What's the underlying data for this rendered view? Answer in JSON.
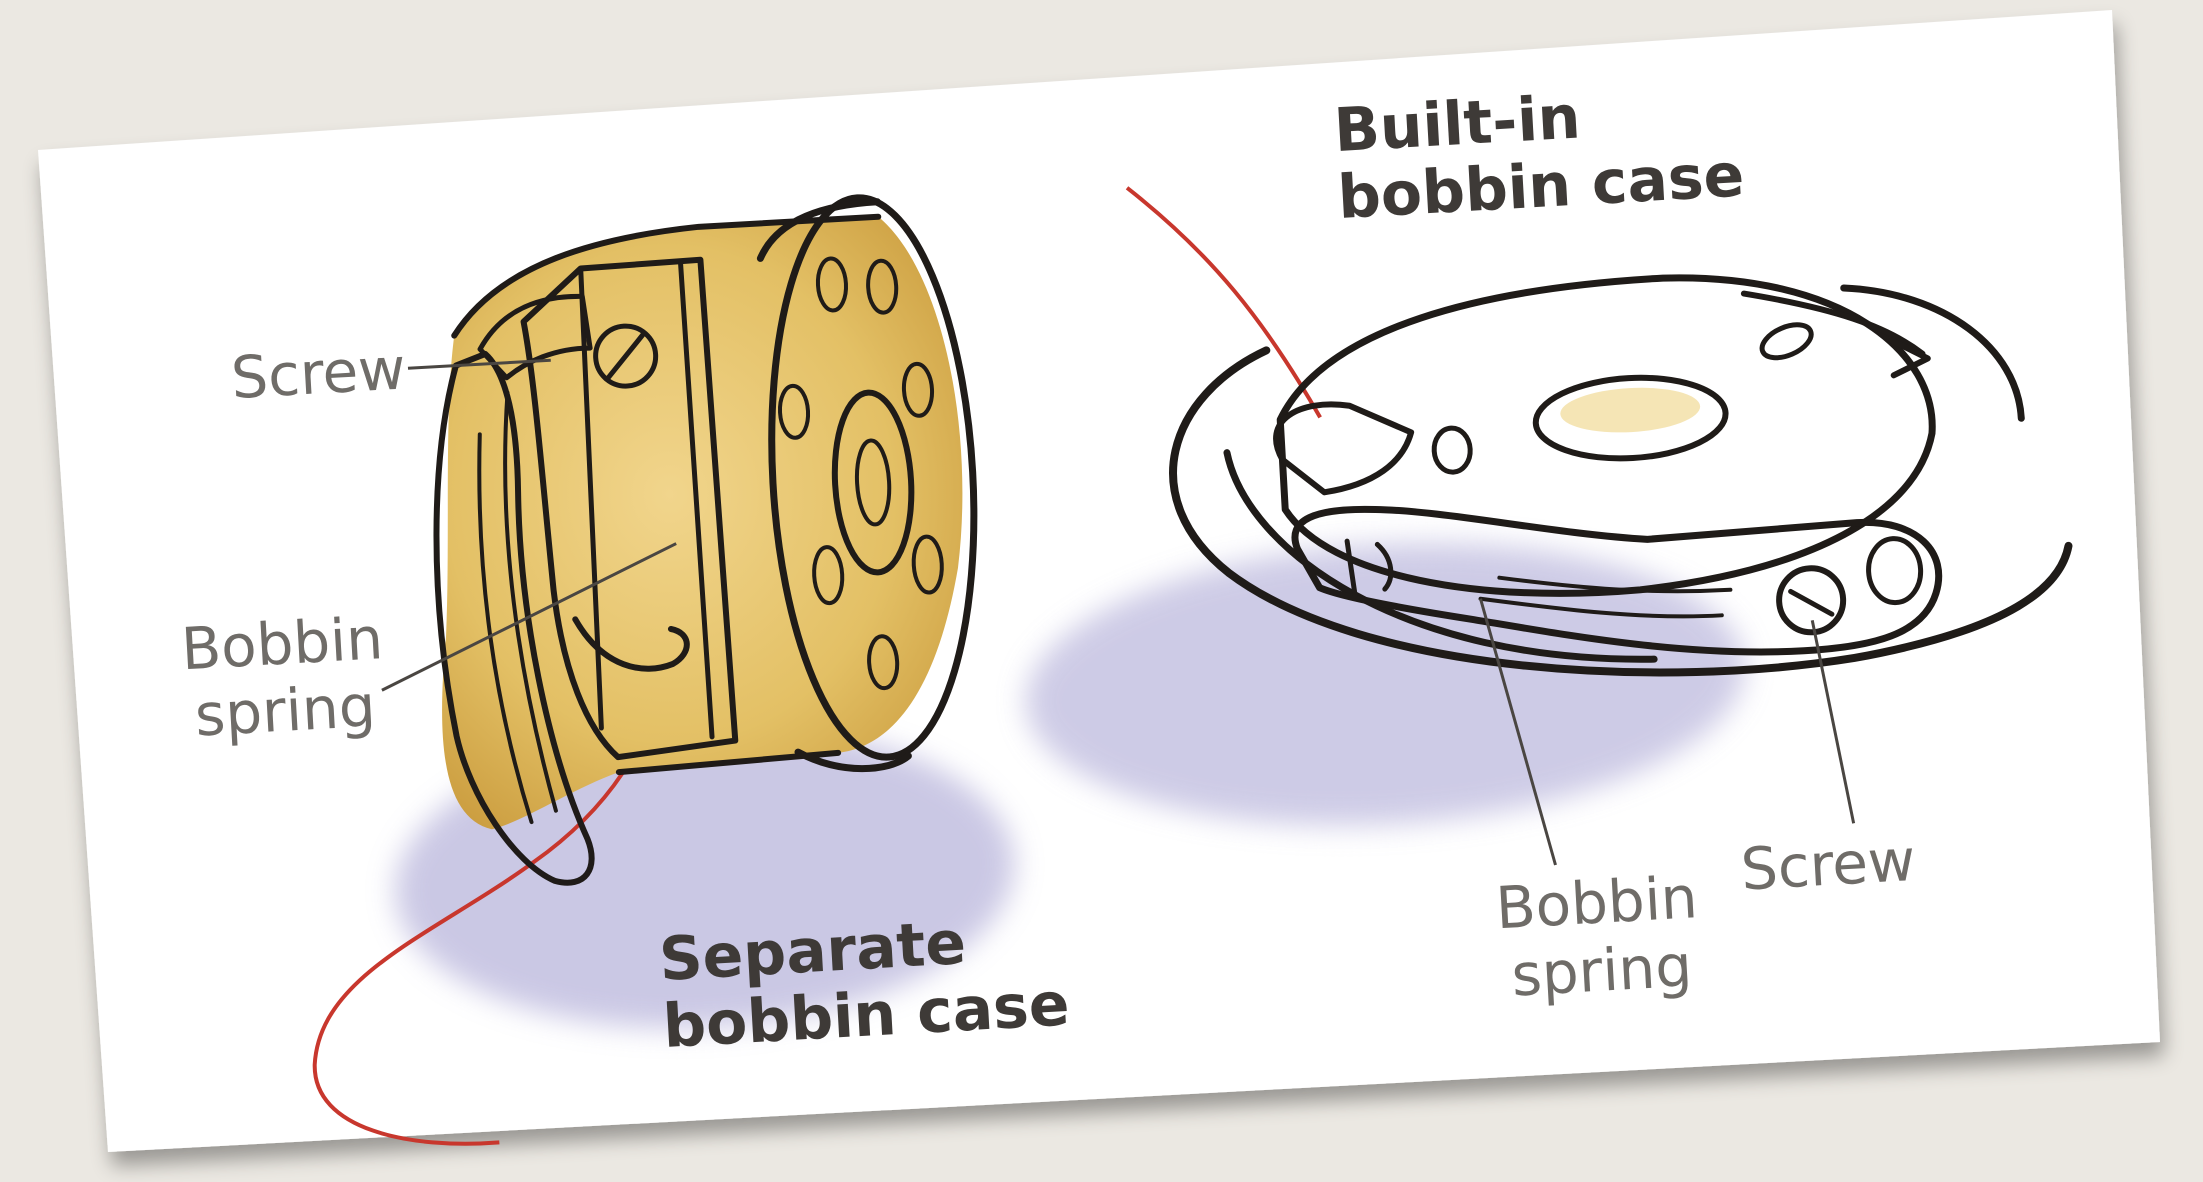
{
  "figure": {
    "separate_case": {
      "title_line1": "Separate",
      "title_line2": "bobbin case",
      "screw_label": "Screw",
      "spring_label_line1": "Bobbin",
      "spring_label_line2": "spring"
    },
    "builtin_case": {
      "title_line1": "Built-in",
      "title_line2": "bobbin case",
      "screw_label": "Screw",
      "spring_label_line1": "Bobbin",
      "spring_label_line2": "spring"
    }
  },
  "colors": {
    "background": "#ebe8e2",
    "card": "#ffffff",
    "metal": "#e3c065",
    "metal_shade": "#c99a3c",
    "shadow": "#b9b6dc",
    "thread": "#c8372d",
    "screw": "#a9c7d3"
  }
}
